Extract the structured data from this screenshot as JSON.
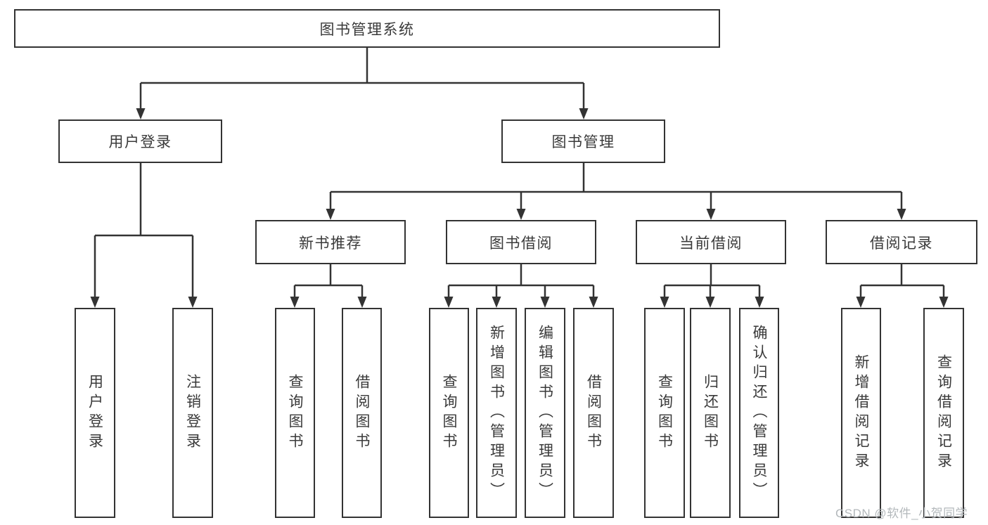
{
  "diagram": {
    "root": "图书管理系统",
    "branches": {
      "user_login": {
        "label": "用户登录",
        "children": [
          "用户登录",
          "注销登录"
        ]
      },
      "book_mgmt": {
        "label": "图书管理",
        "children": [
          {
            "label": "新书推荐",
            "children": [
              "查询图书",
              "借阅图书"
            ]
          },
          {
            "label": "图书借阅",
            "children": [
              "查询图书",
              "新增图书（管理员）",
              "编辑图书（管理员）",
              "借阅图书"
            ]
          },
          {
            "label": "当前借阅",
            "children": [
              "查询图书",
              "归还图书",
              "确认归还（管理员）"
            ]
          },
          {
            "label": "借阅记录",
            "children": [
              "新增借阅记录",
              "查询借阅记录"
            ]
          }
        ]
      }
    }
  },
  "watermark": "CSDN @软件_小贺同学",
  "colors": {
    "line": "#333333",
    "box_border": "#333333",
    "box_fill": "#ffffff",
    "text": "#3a3a3a",
    "watermark_text": "#b3b8bb",
    "background": "#ffffff"
  }
}
